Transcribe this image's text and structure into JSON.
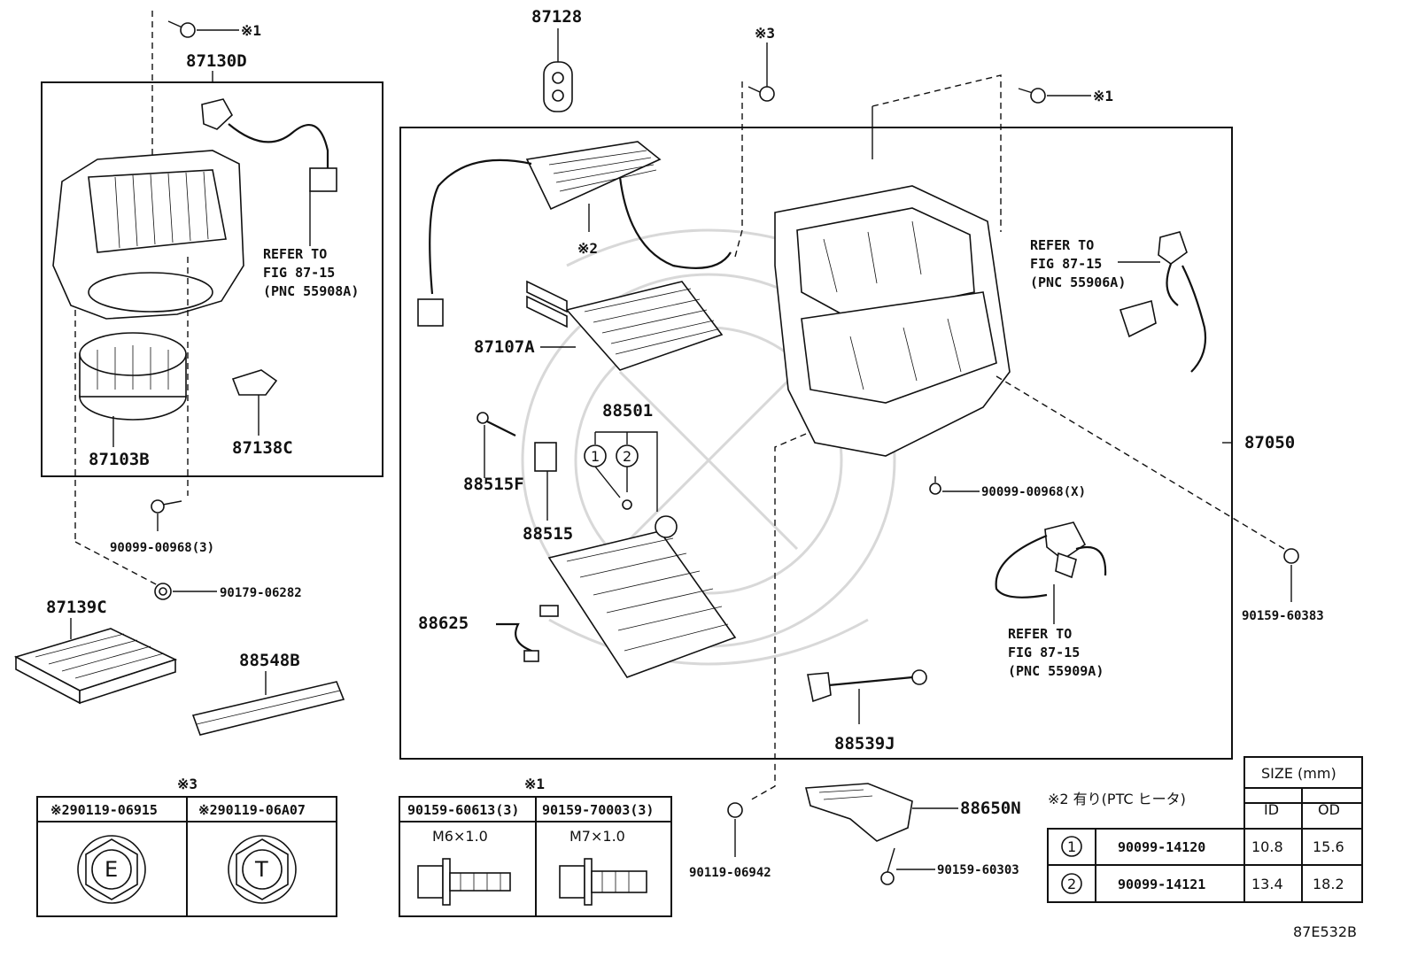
{
  "diagram_code": "87E532B",
  "callouts": {
    "p87130D": "87130D",
    "p87128": "87128",
    "p87103B": "87103B",
    "p87138C": "87138C",
    "p90099_00968_3": "90099-00968(3)",
    "p90179_06282": "90179-06282",
    "p87139C": "87139C",
    "p88548B": "88548B",
    "p87107A": "87107A",
    "p88501": "88501",
    "p88515F": "88515F",
    "p88515": "88515",
    "p88625": "88625",
    "p88539J": "88539J",
    "p87050": "87050",
    "p90099_00968_X": "90099-00968(X)",
    "p90159_60383": "90159-60383",
    "p90119_06942": "90119-06942",
    "p88650N": "88650N",
    "p90159_60303": "90159-60303"
  },
  "notes": {
    "n1_top_left": "※1",
    "n1_top_right": "※1",
    "n2": "※2",
    "n3_top": "※3",
    "circle1": "1",
    "circle2": "2"
  },
  "references": {
    "ref_55908A": [
      "REFER TO",
      "FIG 87-15",
      "(PNC 55908A)"
    ],
    "ref_55906A": [
      "REFER TO",
      "FIG 87-15",
      "(PNC 55906A)"
    ],
    "ref_55909A": [
      "REFER TO",
      "FIG 87-15",
      "(PNC 55909A)"
    ]
  },
  "table_nut": {
    "title": "※3",
    "col1": "※290119-06915",
    "col2": "※290119-06A07",
    "mark1": "E",
    "mark2": "T"
  },
  "table_bolt": {
    "title": "※1",
    "col1": "90159-60613(3)",
    "col2": "90159-70003(3)",
    "spec1": "M6×1.0",
    "spec2": "M7×1.0"
  },
  "table_size": {
    "note": "※2 有り(PTC ヒータ)",
    "size_header": "SIZE (mm)",
    "id_header": "ID",
    "od_header": "OD",
    "rows": [
      {
        "mark": "1",
        "part": "90099-14120",
        "id": "10.8",
        "od": "15.6"
      },
      {
        "mark": "2",
        "part": "90099-14121",
        "id": "13.4",
        "od": "18.2"
      }
    ]
  }
}
